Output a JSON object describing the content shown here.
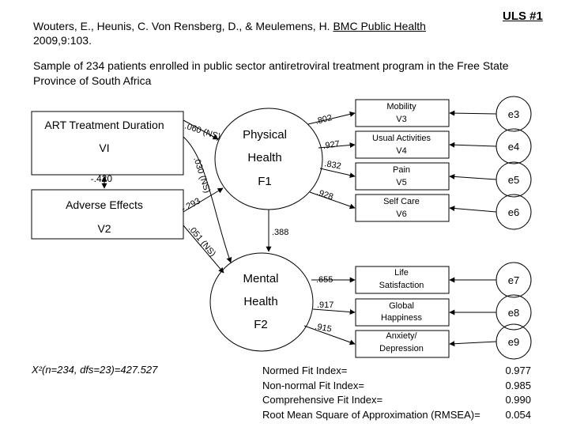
{
  "header": {
    "citation_line1_pre": "Wouters, E., Heunis, C. Von Rensberg, D., & Meulemens, H. ",
    "journal": "BMC Public Health",
    "citation_line2": "2009,9:103.",
    "badge": "ULS #1"
  },
  "sample_text": "Sample of 234 patients enrolled in public sector antiretroviral treatment program in the Free State Province of South Africa",
  "latent": {
    "art_line1": "ART Treatment Duration",
    "art_line2": "VI",
    "ae_line1": "Adverse Effects",
    "ae_line2": "V2",
    "physical_line1": "Physical",
    "physical_line2": "Health",
    "physical_line3": "F1",
    "mental_line1": "Mental",
    "mental_line2": "Health",
    "mental_line3": "F2"
  },
  "observed": [
    {
      "line1": "Mobility",
      "line2": "V3"
    },
    {
      "line1": "Usual Activities",
      "line2": "V4"
    },
    {
      "line1": "Pain",
      "line2": "V5"
    },
    {
      "line1": "Self Care",
      "line2": "V6"
    },
    {
      "line1": "Life",
      "line2": "Satisfaction"
    },
    {
      "line1": "Global",
      "line2": "Happiness"
    },
    {
      "line1": "Anxiety/",
      "line2": "Depression"
    }
  ],
  "errors": [
    "e3",
    "e4",
    "e5",
    "e6",
    "e7",
    "e8",
    "e9"
  ],
  "coefficients": {
    "covariance": "-.420",
    "art_to_physical": ".060 (NS)",
    "art_to_mental": ".030 (NS)",
    "ae_to_physical": "-.293",
    "ae_to_mental": ".051 (NS)",
    "physical_to_mental": ".388",
    "load_v3": ".802",
    "load_v4": ".927",
    "load_v5": ".832",
    "load_v6": ".928",
    "load_ls": ".655",
    "load_gh": ".917",
    "load_ad": ".915"
  },
  "chi_square": "X²(n=234, dfs=23)=427.527",
  "fit_indices": [
    {
      "label": "Normed Fit Index=",
      "value": "0.977"
    },
    {
      "label": "Non-normal Fit Index=",
      "value": "0.985"
    },
    {
      "label": "Comprehensive Fit Index=",
      "value": "0.990"
    },
    {
      "label": "Root Mean Square of Approximation (RMSEA)=",
      "value": "0.054"
    }
  ]
}
